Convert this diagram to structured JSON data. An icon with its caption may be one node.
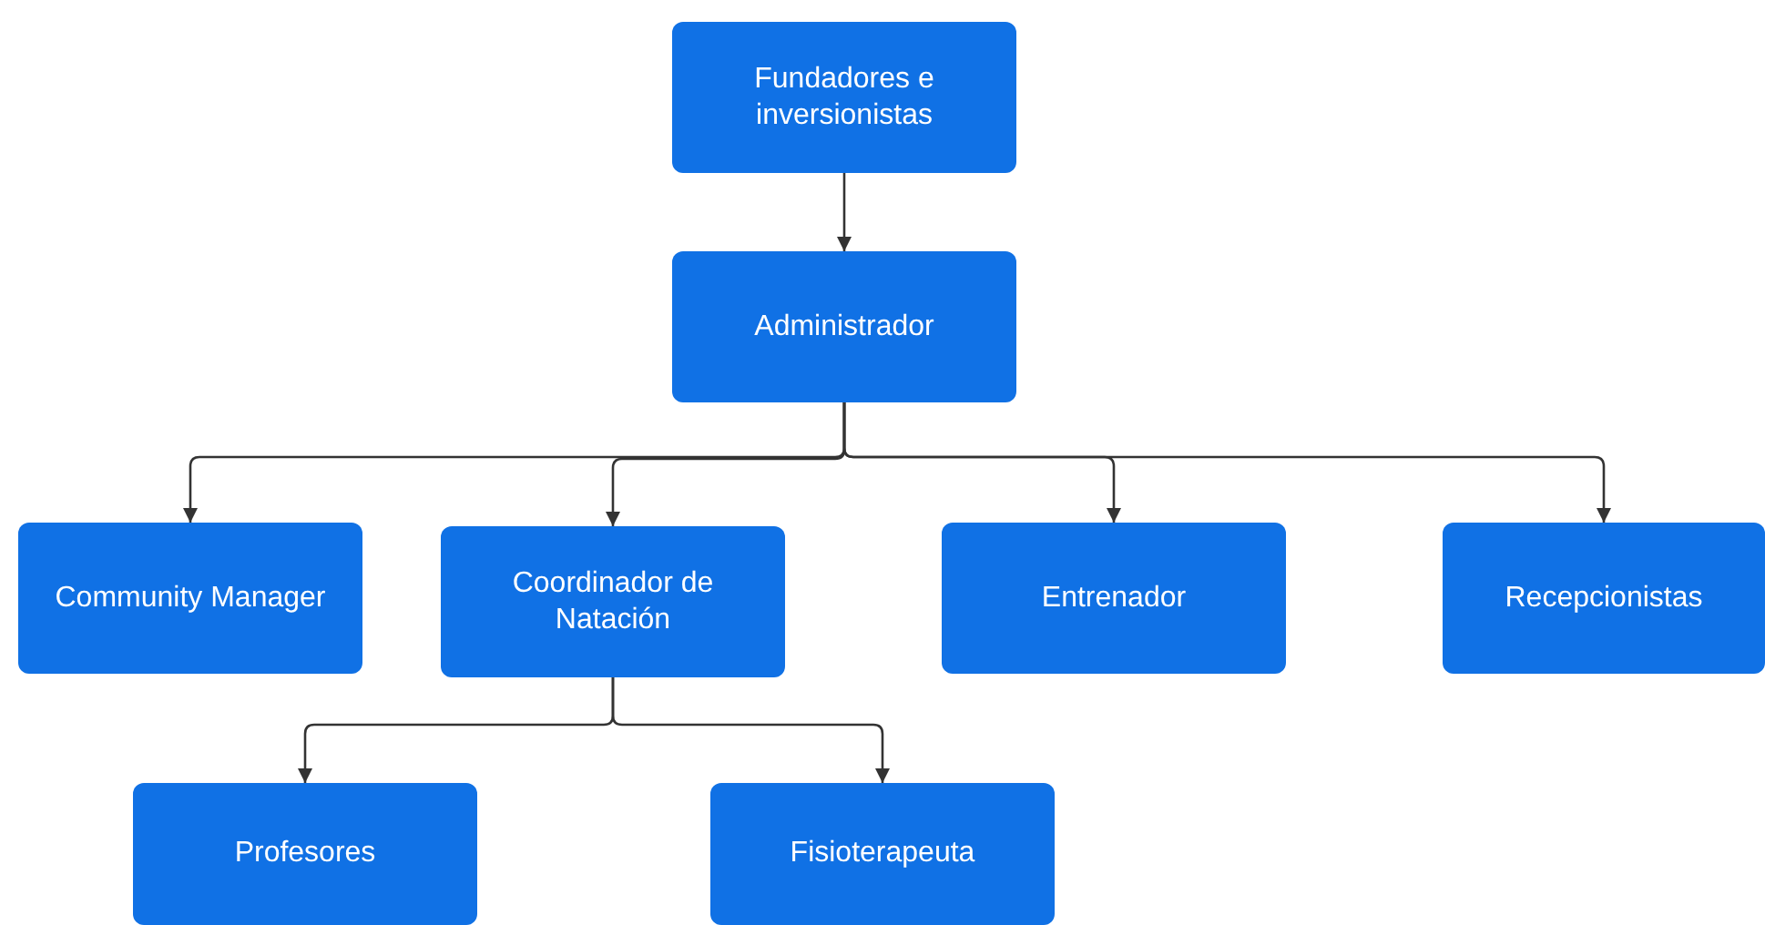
{
  "diagram": {
    "nodes": [
      {
        "text": [
          "Fundadores e inversionistas"
        ]
      },
      {
        "text": [
          "Administrador"
        ]
      },
      {
        "text": [
          "Community Manager"
        ]
      },
      {
        "text": [
          "Coordinador de Natación"
        ]
      },
      {
        "text": [
          "Entrenador"
        ]
      },
      {
        "text": [
          "Recepcionistas"
        ]
      },
      {
        "text": [
          "Profesores"
        ]
      },
      {
        "text": [
          "Fisioterapeuta"
        ]
      }
    ],
    "edges": [
      {
        "from": 0,
        "to": 1,
        "arrow": "to"
      },
      {
        "from": 1,
        "to": 2,
        "arrow": "to"
      },
      {
        "from": 1,
        "to": 3,
        "arrow": "to"
      },
      {
        "from": 1,
        "to": 4,
        "arrow": "to"
      },
      {
        "from": 1,
        "to": 5,
        "arrow": "to"
      },
      {
        "from": 3,
        "to": 6,
        "arrow": "to"
      },
      {
        "from": 3,
        "to": 7,
        "arrow": "to"
      }
    ]
  }
}
